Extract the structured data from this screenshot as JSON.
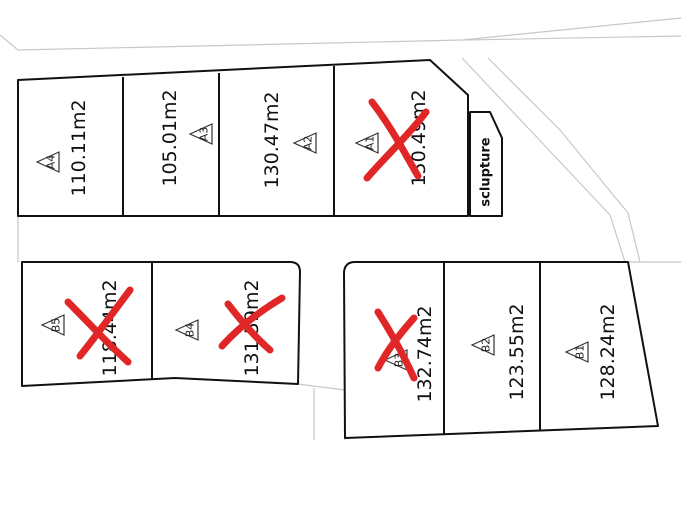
{
  "lots": [
    {
      "id": "a4",
      "code": "A4",
      "area": "110.11m2",
      "sold": false
    },
    {
      "id": "a3",
      "code": "A3",
      "area": "105.01m2",
      "sold": false
    },
    {
      "id": "a2",
      "code": "A2",
      "area": "130.47m2",
      "sold": false
    },
    {
      "id": "a1",
      "code": "A1",
      "area": "150.49m2",
      "sold": true
    },
    {
      "id": "b5",
      "code": "B5",
      "area": "118.44m2",
      "sold": true
    },
    {
      "id": "b4",
      "code": "B4",
      "area": "131.59m2",
      "sold": true
    },
    {
      "id": "b3",
      "code": "B3",
      "area": "132.74m2",
      "sold": true
    },
    {
      "id": "b2",
      "code": "B2",
      "area": "123.55m2",
      "sold": false
    },
    {
      "id": "b1",
      "code": "B1",
      "area": "128.24m2",
      "sold": false
    }
  ],
  "sculpture": {
    "label": "sclupture"
  },
  "colors": {
    "lines": "#111111",
    "roads": "#c8c8c8",
    "sold_mark": "#e02626"
  }
}
